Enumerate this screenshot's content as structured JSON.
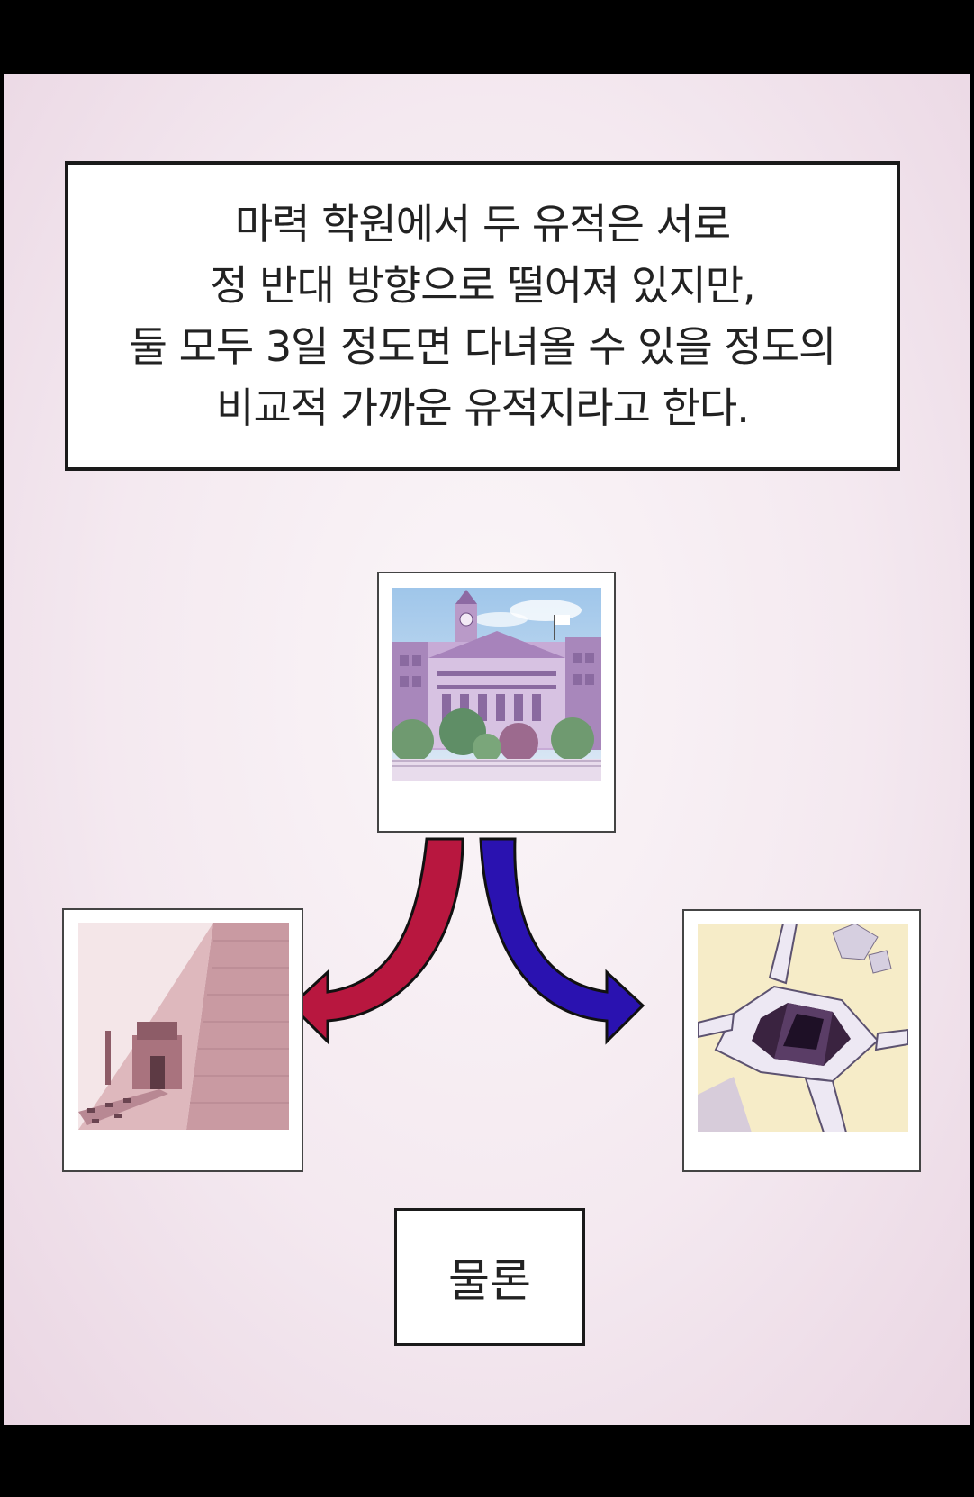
{
  "narration": {
    "lines": [
      "마력 학원에서 두 유적은 서로",
      "정 반대 방향으로 떨어져 있지만,",
      "둘 모두 3일 정도면 다녀올 수 있을 정도의",
      "비교적 가까운 유적지라고 한다."
    ]
  },
  "photos": {
    "top": "academy-building-photo",
    "left": "pyramid-ruin-photo",
    "right": "pit-ruin-photo"
  },
  "arrows": {
    "left_color": "#b8173f",
    "right_color": "#2a12b0"
  },
  "speech": {
    "text": "물론"
  }
}
